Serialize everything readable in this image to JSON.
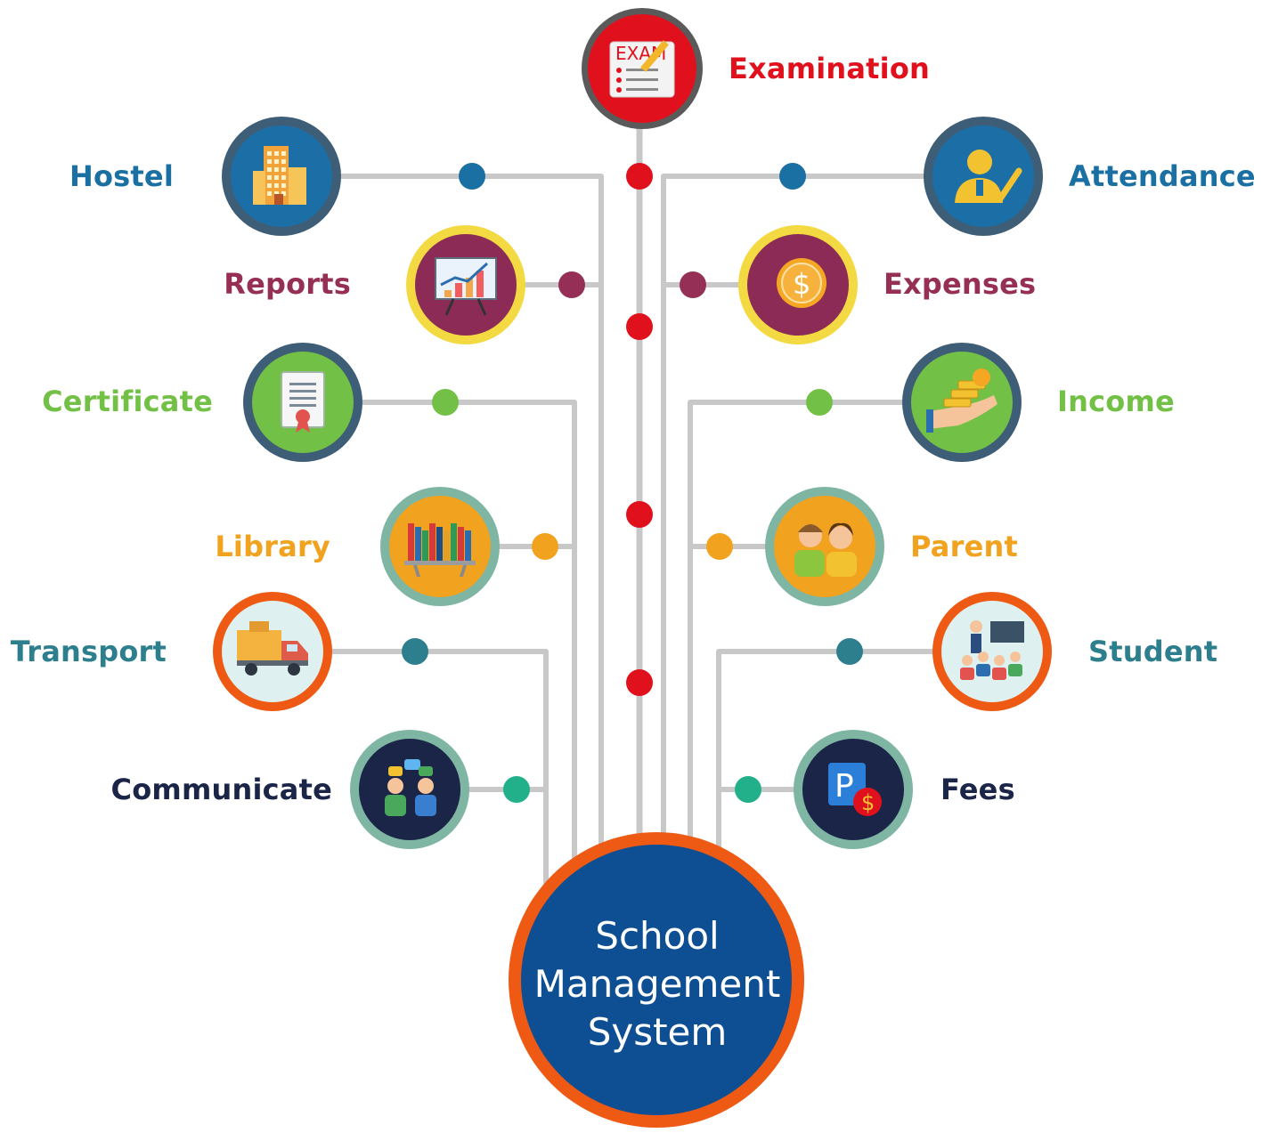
{
  "center": {
    "lines": [
      "School",
      "Management",
      "System"
    ],
    "fill_color": "#0e4f94",
    "ring_color": "#ee5a14"
  },
  "top_module": {
    "label": "Examination",
    "icon": "exam-icon",
    "icon_text": "EXAM",
    "color": "#e0111d"
  },
  "left_modules": [
    {
      "label": "Hostel",
      "icon": "hostel-building-icon",
      "color": "#1a6fa3"
    },
    {
      "label": "Reports",
      "icon": "reports-chart-icon",
      "color": "#962f55"
    },
    {
      "label": "Certificate",
      "icon": "certificate-icon",
      "color": "#72c046"
    },
    {
      "label": "Library",
      "icon": "library-books-icon",
      "color": "#f1a21e"
    },
    {
      "label": "Transport",
      "icon": "transport-truck-icon",
      "color": "#2e7f8e"
    },
    {
      "label": "Communicate",
      "icon": "communicate-chat-icon",
      "color": "#1a2548"
    }
  ],
  "right_modules": [
    {
      "label": "Attendance",
      "icon": "attendance-check-icon",
      "color": "#1a6fa3"
    },
    {
      "label": "Expenses",
      "icon": "expenses-coin-icon",
      "color": "#962f55"
    },
    {
      "label": "Income",
      "icon": "income-money-hand-icon",
      "color": "#72c046"
    },
    {
      "label": "Parent",
      "icon": "parent-couple-icon",
      "color": "#f1a21e"
    },
    {
      "label": "Student",
      "icon": "student-classroom-icon",
      "color": "#2e7f8e"
    },
    {
      "label": "Fees",
      "icon": "fees-parking-payment-icon",
      "color": "#1a2548"
    }
  ],
  "colors": {
    "connector_line": "#c8c8c8",
    "spine_dot": "#e0111d"
  }
}
